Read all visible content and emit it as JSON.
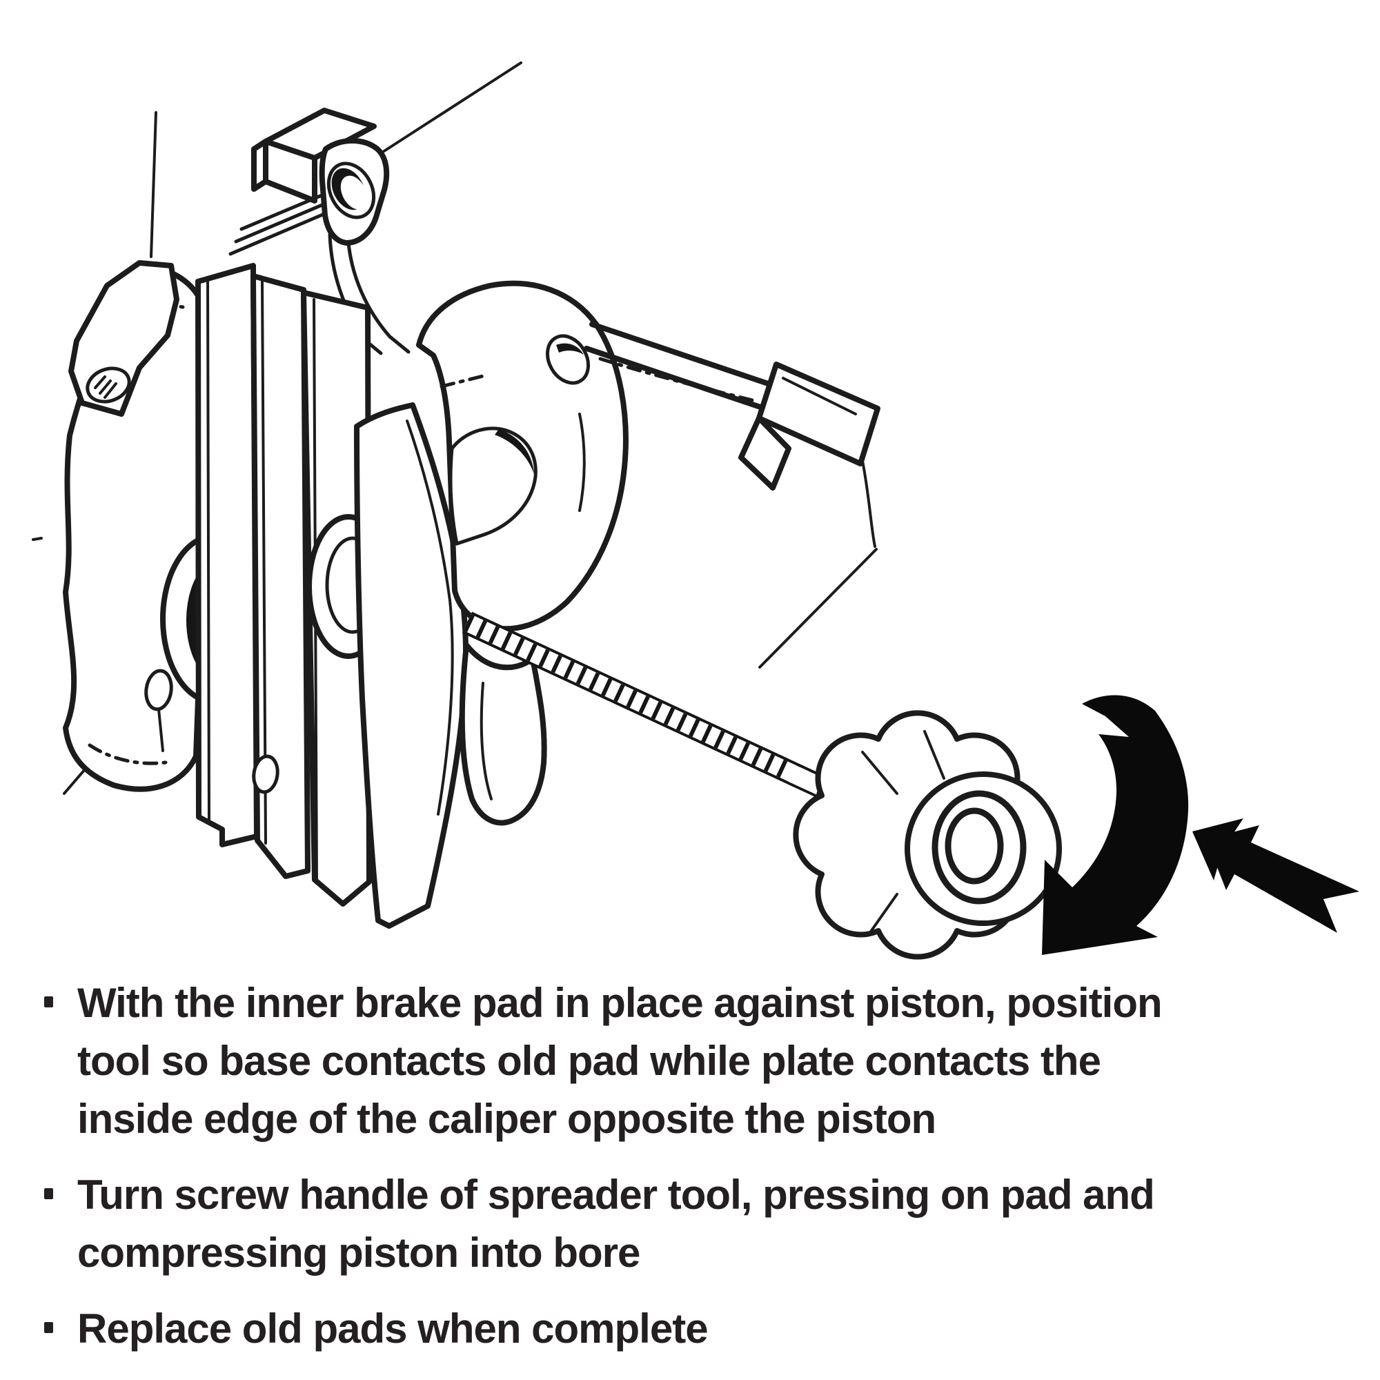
{
  "figure": {
    "background": "#ffffff",
    "ink_color": "#1c1c1c",
    "solid_fill_color": "#161616",
    "arrow_color": "#0a0a0a",
    "icons": [
      "rotate-knob-curved-arrow",
      "press-inward-straight-arrow"
    ],
    "subject": "Brake caliper with pad spreader tool: threaded screw through caliper ending in star turn-knob"
  },
  "instructions": {
    "text_color": "#241f20",
    "items": [
      {
        "lines": [
          "With the inner brake pad in place against piston, position",
          "tool so base contacts old pad while plate contacts the",
          "inside edge of the caliper opposite the piston"
        ]
      },
      {
        "lines": [
          "Turn screw handle of spreader tool, pressing on pad and",
          "compressing piston into bore"
        ]
      },
      {
        "lines": [
          "Replace old pads when complete"
        ]
      }
    ]
  }
}
